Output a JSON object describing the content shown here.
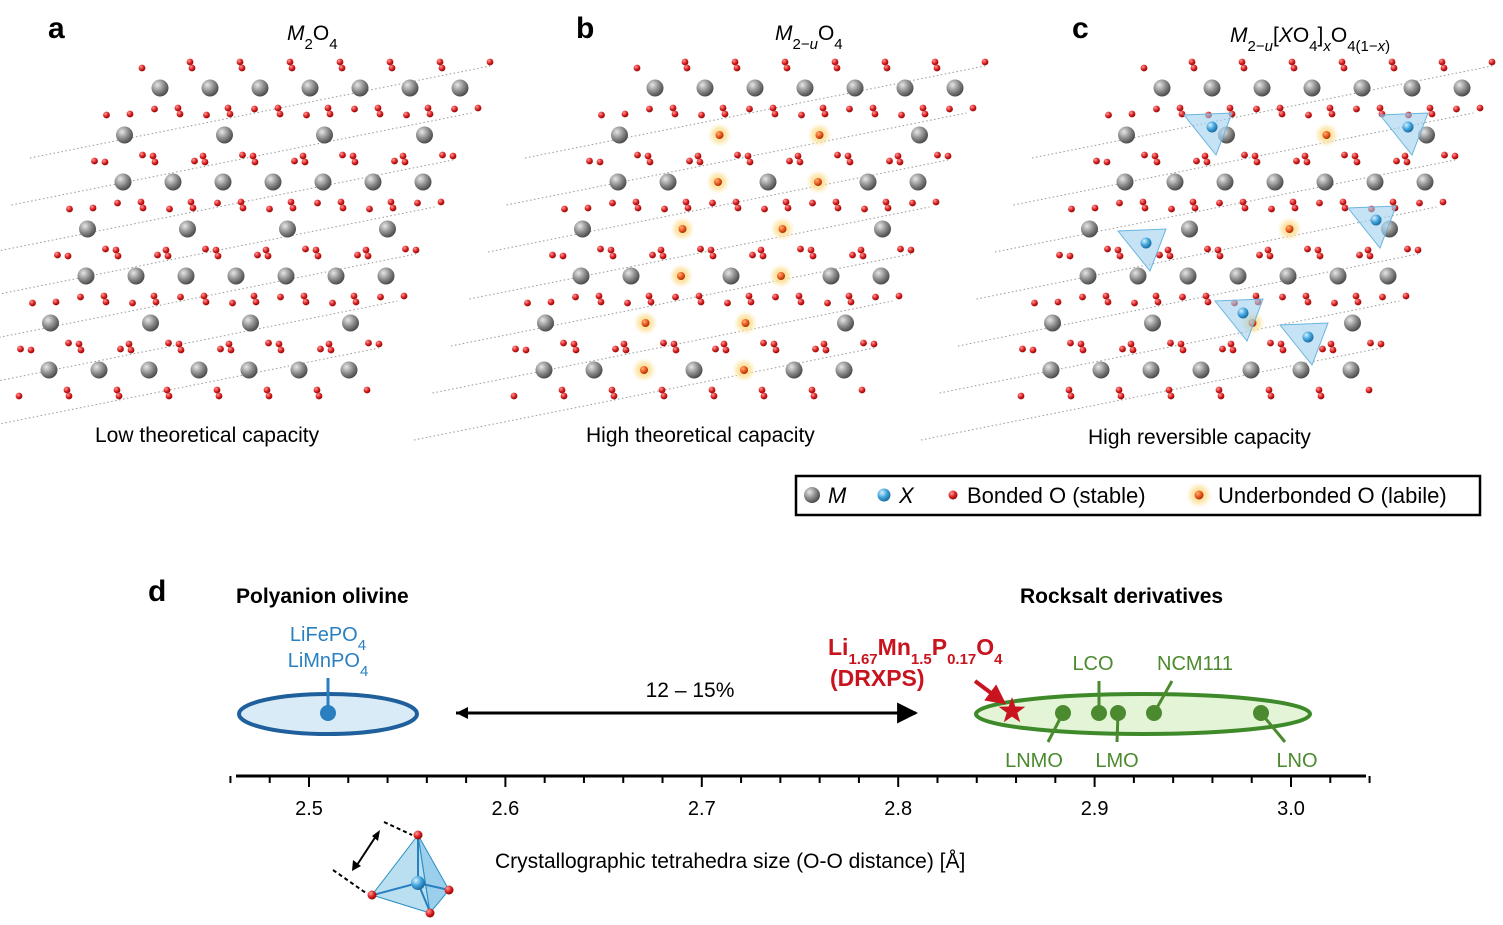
{
  "panels": [
    {
      "letter": "a",
      "formula_html": "<tspan font-style='italic'>M</tspan><tspan baseline-shift='sub' font-size='15'>2</tspan>O<tspan baseline-shift='sub' font-size='15'>4</tspan>",
      "caption": "Low theoretical capacity"
    },
    {
      "letter": "b",
      "formula_html": "<tspan font-style='italic'>M</tspan><tspan baseline-shift='sub' font-size='15'>2−<tspan font-style='italic'>u</tspan></tspan>O<tspan baseline-shift='sub' font-size='15'>4</tspan>",
      "caption": "High theoretical capacity"
    },
    {
      "letter": "c",
      "formula_html": "<tspan font-style='italic'>M</tspan><tspan baseline-shift='sub' font-size='15'>2−<tspan font-style='italic'>u</tspan></tspan>[<tspan font-style='italic'>X</tspan>O<tspan baseline-shift='sub' font-size='15'>4</tspan>]<tspan baseline-shift='sub' font-size='15' font-style='italic'>x</tspan>O<tspan baseline-shift='sub' font-size='15'>4(1−<tspan font-style='italic'>x</tspan>)</tspan>",
      "caption": "High reversible capacity"
    }
  ],
  "legend": {
    "m_label": "M",
    "x_label": "X",
    "bonded_label": "Bonded O (stable)",
    "underbonded_label": "Underbonded O (labile)"
  },
  "panel_d": {
    "letter": "d",
    "left_header": "Polyanion olivine",
    "right_header": "Rocksalt derivatives",
    "olivine_materials": [
      "LiFePO4",
      "LiMnPO4"
    ],
    "gap_label": "12 – 15%",
    "drxps_formula": "Li1.67Mn1.5P0.17O4",
    "drxps_name": "(DRXPS)",
    "axis_title": "Crystallographic tetrahedra size (O-O distance) [Å]",
    "ticks": [
      "2.5",
      "2.6",
      "2.7",
      "2.8",
      "2.9",
      "3.0"
    ],
    "tick_values": [
      2.5,
      2.6,
      2.7,
      2.8,
      2.9,
      3.0
    ],
    "axis_range": [
      2.46,
      3.04
    ],
    "points": [
      {
        "name": "LiFePO4 / LiMnPO4",
        "value": 2.51,
        "group": "olivine"
      },
      {
        "name": "DRXPS",
        "value": 2.86,
        "group": "drxps"
      },
      {
        "name": "LNMO",
        "value": 2.885,
        "group": "rocksalt"
      },
      {
        "name": "LCO",
        "value": 2.905,
        "group": "rocksalt"
      },
      {
        "name": "LMO",
        "value": 2.915,
        "group": "rocksalt"
      },
      {
        "name": "NCM111",
        "value": 2.935,
        "group": "rocksalt"
      },
      {
        "name": "LNO",
        "value": 2.99,
        "group": "rocksalt"
      }
    ],
    "rocksalt_labels": [
      "LCO",
      "NCM111",
      "LNMO",
      "LMO",
      "LNO"
    ]
  },
  "colors": {
    "metal": "#808080",
    "oxygen": "#d42020",
    "x_atom": "#4aa8dc",
    "labile_glow": "#fbd87a",
    "olivine": "#1f5f9c",
    "olivine_fill": "#d8ebf7",
    "rocksalt": "#3e8a2a",
    "rocksalt_fill": "#e4f4d6",
    "drxps": "#c8141e"
  }
}
